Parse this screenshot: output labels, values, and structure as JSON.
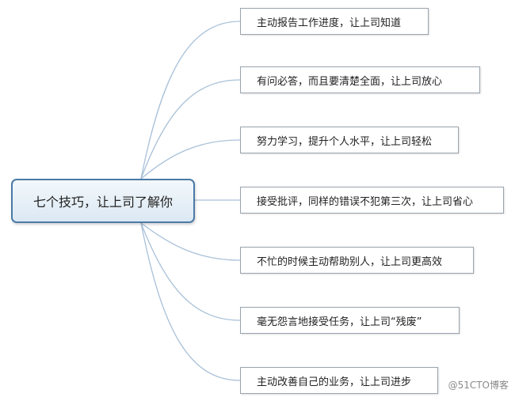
{
  "root": {
    "label": "七个技巧，让上司了解你"
  },
  "children": [
    {
      "label": "主动报告工作进度，让上司知道"
    },
    {
      "label": "有问必答，而且要清楚全面，让上司放心"
    },
    {
      "label": "努力学习，提升个人水平，让上司轻松"
    },
    {
      "label": "接受批评，同样的错误不犯第三次，让上司省心"
    },
    {
      "label": "不忙的时候主动帮助别人，让上司更高效"
    },
    {
      "label": "毫无怨言地接受任务，让上司“残废”"
    },
    {
      "label": "主动改善自己的业务，让上司进步"
    }
  ],
  "watermark": "@51CTO博客",
  "colors": {
    "connector": "#a9c1d9",
    "root_border": "#4a7aa6",
    "node_border": "#9aa3ad"
  }
}
